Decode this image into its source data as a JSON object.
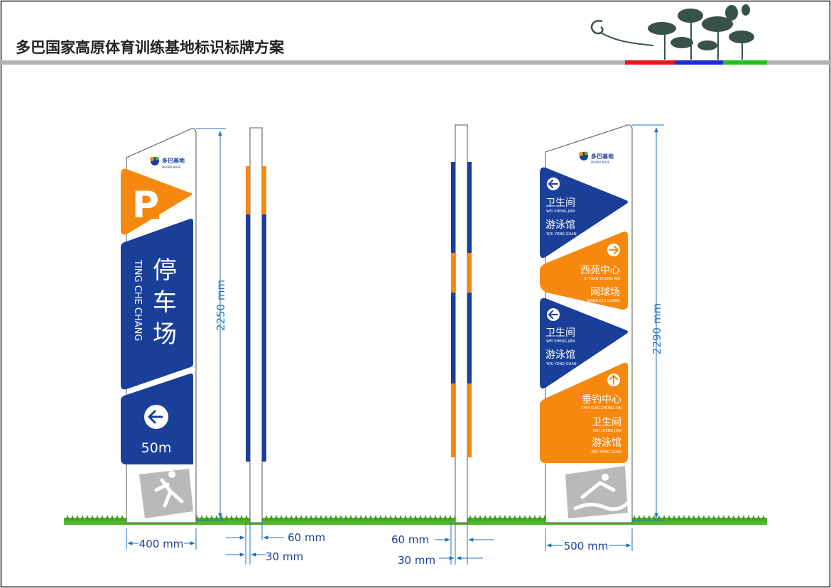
{
  "header": {
    "title": "多巴国家高原体育训练基地标识标牌方案",
    "color_bar": [
      "#e8141b",
      "#1d2bd6",
      "#22c21d"
    ]
  },
  "colors": {
    "blue": "#1a3f98",
    "orange": "#f7880f",
    "dim_blue": "#1f72c4",
    "grass": "#4fb52a"
  },
  "logo": {
    "name": "多巴基地",
    "sub": "DUOBA BASE"
  },
  "sign_left": {
    "parking_letter": "P",
    "main_text": [
      "停",
      "车",
      "场"
    ],
    "pinyin": "TING CHE CHANG",
    "arrow_icon": "arrow-left-circle-icon",
    "distance": "50m",
    "height_dim": "2250 mm",
    "width_dim": "400 mm"
  },
  "side_left": {
    "dim_60": "60 mm",
    "dim_30": "30 mm"
  },
  "side_right": {
    "dim_60": "60 mm",
    "dim_30": "30 mm"
  },
  "sign_right": {
    "height_dim": "2290 mm",
    "width_dim": "500 mm",
    "panels": [
      {
        "color": "blue",
        "arrow_icon": "arrow-left-circle-icon",
        "items": [
          {
            "cn": "卫生间",
            "py": "WEI SHENG JIAN"
          },
          {
            "cn": "游泳馆",
            "py": "YOU YONG GUAN"
          }
        ]
      },
      {
        "color": "orange",
        "arrow_icon": "arrow-right-circle-icon",
        "items": [
          {
            "cn": "西苑中心",
            "py": "XI YUAN ZHONG XIN"
          },
          {
            "cn": "网球场",
            "py": "WANG QIU CHANG"
          }
        ]
      },
      {
        "color": "blue",
        "arrow_icon": "arrow-left-circle-icon",
        "items": [
          {
            "cn": "卫生间",
            "py": "WEI SHENG JIAN"
          },
          {
            "cn": "游泳馆",
            "py": "YOU YONG GUAN"
          }
        ]
      },
      {
        "color": "orange",
        "arrow_icon": "arrow-up-circle-icon",
        "items": [
          {
            "cn": "垂钓中心",
            "py": "CHUI DIAO ZHONG XIN"
          },
          {
            "cn": "卫生间",
            "py": "WEI SHENG JIAN"
          },
          {
            "cn": "游泳馆",
            "py": "YOU YONG GUAN"
          }
        ]
      }
    ]
  }
}
